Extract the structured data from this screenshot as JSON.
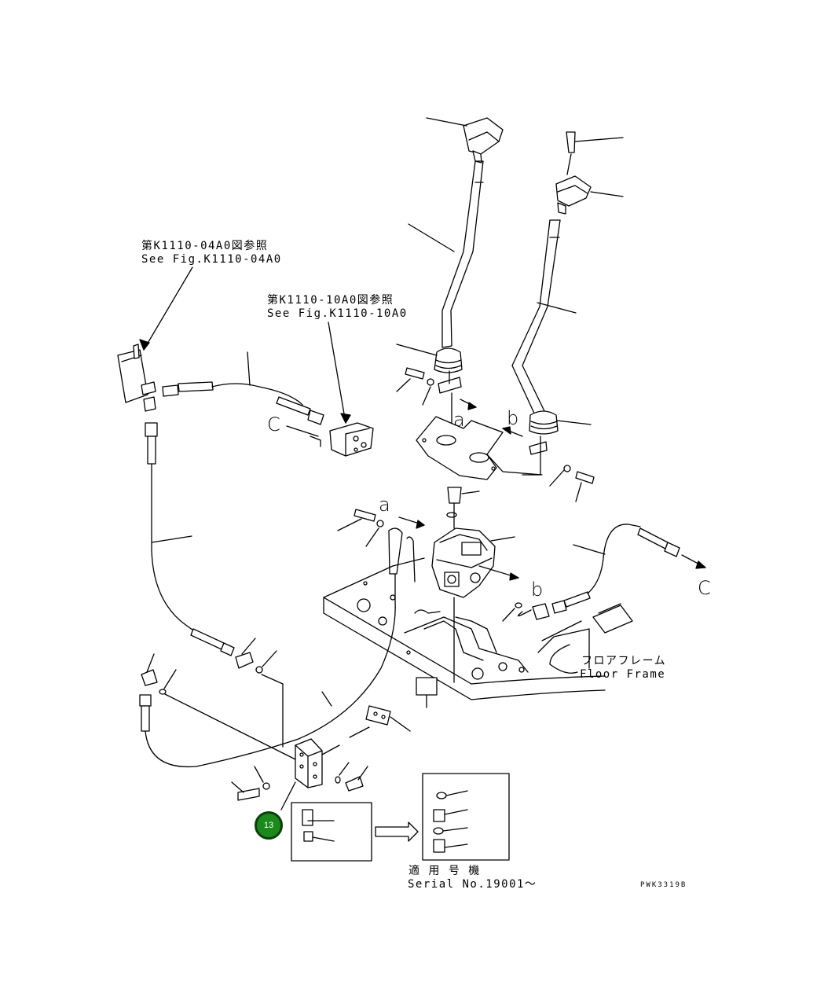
{
  "callouts": {
    "fig_04a0_jp": "第K1110-04A0図参照",
    "fig_04a0_en": "See Fig.K1110-04A0",
    "fig_10a0_jp": "第K1110-10A0図参照",
    "fig_10a0_en": "See Fig.K1110-10A0"
  },
  "markers": {
    "a_upper": "a",
    "a_lower": "a",
    "b_upper": "b",
    "b_lower": "b",
    "c_left": "C",
    "c_right": "C"
  },
  "floor_frame": {
    "jp": "フロアフレーム",
    "en": "Floor Frame"
  },
  "serial": {
    "jp": "適 用 号 機",
    "en": "Serial No.19001～"
  },
  "drawing_code": "PWK3319B",
  "badge": {
    "label": "13",
    "color": "#1a8a1a"
  }
}
